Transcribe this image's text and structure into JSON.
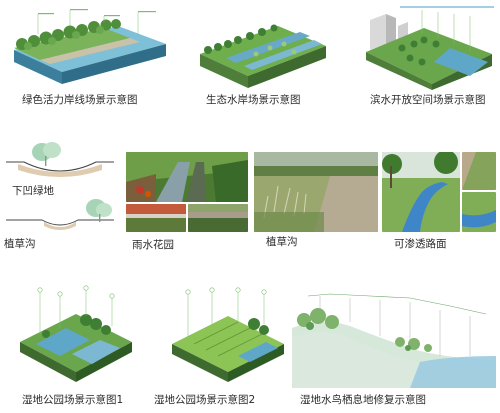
{
  "captions": {
    "shoreline": "绿色活力岸线场景示意图",
    "eco_bank": "生态水岸场景示意图",
    "open_space": "滨水开放空间场景示意图",
    "sunken_green": "下凹绿地",
    "planting_ditch": "植草沟",
    "rain_garden": "雨水花园",
    "grass_ditch": "植草沟",
    "permeable_path": "可渗透路面",
    "wetland_park_1": "湿地公园场景示意图1",
    "wetland_park_2": "湿地公园场景示意图2",
    "wetland_bird": "湿地水鸟栖息地修复示意图"
  },
  "colors": {
    "water": "#5fa7c9",
    "grass": "#6fae4d",
    "soil": "#8a7a5c",
    "path_blue": "#3f86c8",
    "leader_green": "#7cbf6a"
  }
}
